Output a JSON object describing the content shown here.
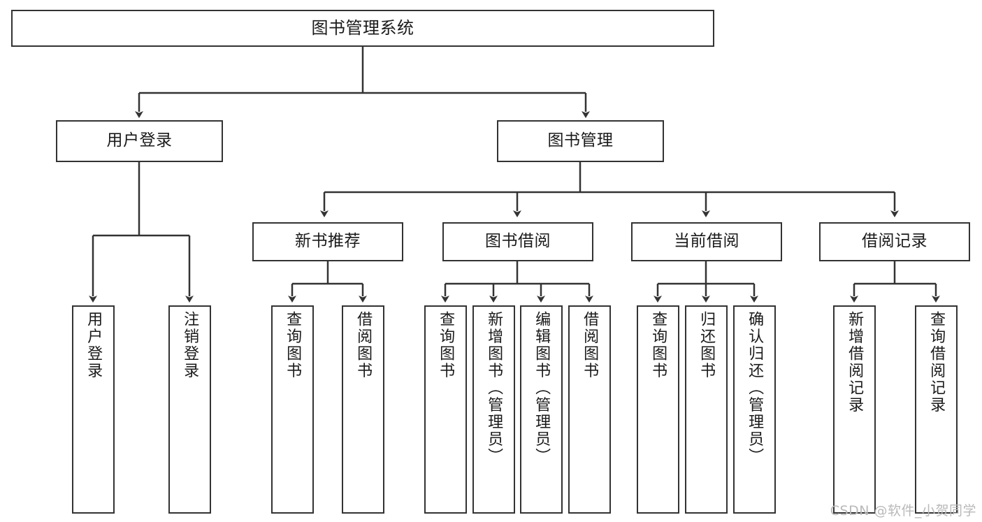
{
  "diagram": {
    "type": "tree",
    "title": "图书管理系统",
    "stroke_color": "#333333",
    "background_color": "#ffffff",
    "text_color": "#1a1a1a"
  },
  "nodes": {
    "root": {
      "label": "图书管理系统"
    },
    "level2": [
      {
        "id": "user-login",
        "label": "用户登录"
      },
      {
        "id": "book-manage",
        "label": "图书管理"
      }
    ],
    "level3": [
      {
        "id": "new-book-recommend",
        "label": "新书推荐"
      },
      {
        "id": "book-borrow",
        "label": "图书借阅"
      },
      {
        "id": "current-borrow",
        "label": "当前借阅"
      },
      {
        "id": "borrow-record",
        "label": "借阅记录"
      }
    ],
    "leaves": {
      "user_login": [
        {
          "id": "leaf-user-login",
          "label": "用户登录"
        },
        {
          "id": "leaf-logout-login",
          "label": "注销登录"
        }
      ],
      "new_book_recommend": [
        {
          "id": "leaf-query-book-1",
          "label": "查询图书"
        },
        {
          "id": "leaf-borrow-book-1",
          "label": "借阅图书"
        }
      ],
      "book_borrow": [
        {
          "id": "leaf-query-book-2",
          "label": "查询图书"
        },
        {
          "id": "leaf-add-book",
          "label": "新增图书（管理员）"
        },
        {
          "id": "leaf-edit-book",
          "label": "编辑图书（管理员）"
        },
        {
          "id": "leaf-borrow-book-2",
          "label": "借阅图书"
        }
      ],
      "current_borrow": [
        {
          "id": "leaf-query-book-3",
          "label": "查询图书"
        },
        {
          "id": "leaf-return-book",
          "label": "归还图书"
        },
        {
          "id": "leaf-confirm-return",
          "label": "确认归还（管理员）"
        }
      ],
      "borrow_record": [
        {
          "id": "leaf-add-record",
          "label": "新增借阅记录"
        },
        {
          "id": "leaf-query-record",
          "label": "查询借阅记录"
        }
      ]
    }
  },
  "watermark": {
    "text": "CSDN @软件_小贺同学"
  }
}
